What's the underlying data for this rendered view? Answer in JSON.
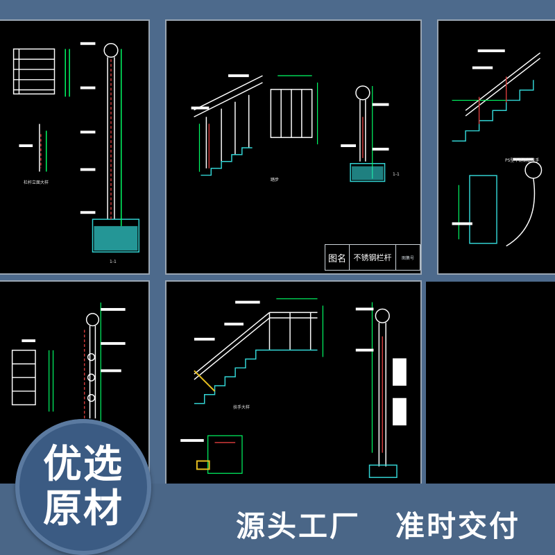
{
  "sheets": {
    "top_middle": {
      "titleblock": {
        "name_label": "图名",
        "title": "不锈钢栏杆",
        "code": "图集号"
      },
      "drawing_labels": [
        "踏步",
        "1-1"
      ]
    },
    "top_left": {
      "drawing_labels": [
        "栏杆立面大样",
        "1-1"
      ]
    },
    "top_right": {
      "drawing_labels": [
        "PS型不锈钢管扶手"
      ]
    },
    "bottom_middle": {
      "drawing_labels": [
        "扶手大样"
      ]
    }
  },
  "badge": {
    "line1": "优选",
    "line2": "原材"
  },
  "slogans": [
    "源头工厂",
    "准时交付"
  ],
  "colors": {
    "background": "#4d6a8c",
    "sheet": "#000000",
    "cad_white": "#ffffff",
    "cad_green": "#00ff66",
    "cad_cyan": "#33d6d6",
    "cad_red": "#d03a3a",
    "cad_yellow": "#e8c020"
  }
}
